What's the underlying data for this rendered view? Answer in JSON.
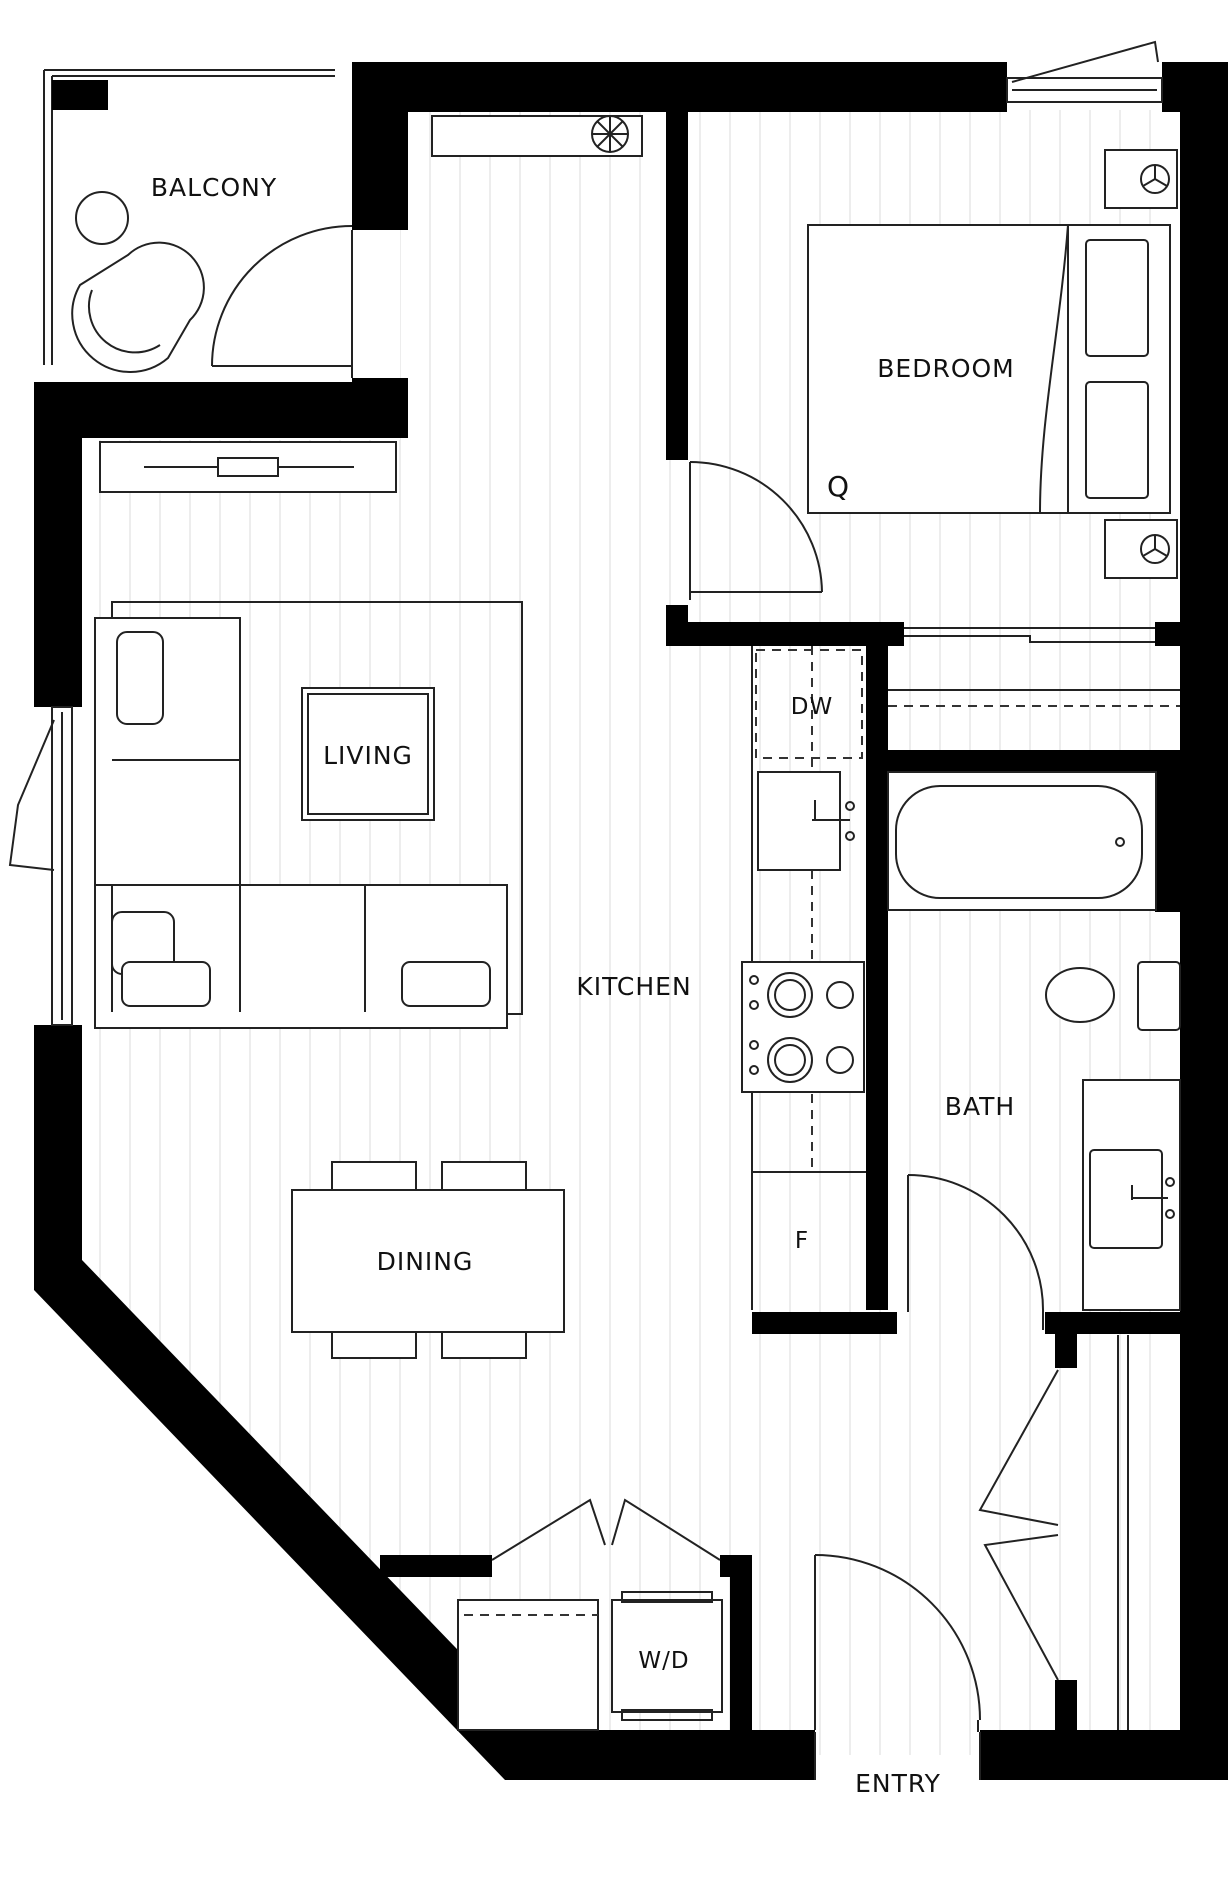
{
  "rooms": {
    "balcony": "BALCONY",
    "bedroom": "BEDROOM",
    "bed_size": "Q",
    "living": "LIVING",
    "kitchen": "KITCHEN",
    "dining": "DINING",
    "bath": "BATH",
    "entry": "ENTRY"
  },
  "appliances": {
    "dishwasher": "DW",
    "fridge": "F",
    "washer_dryer": "W/D"
  }
}
